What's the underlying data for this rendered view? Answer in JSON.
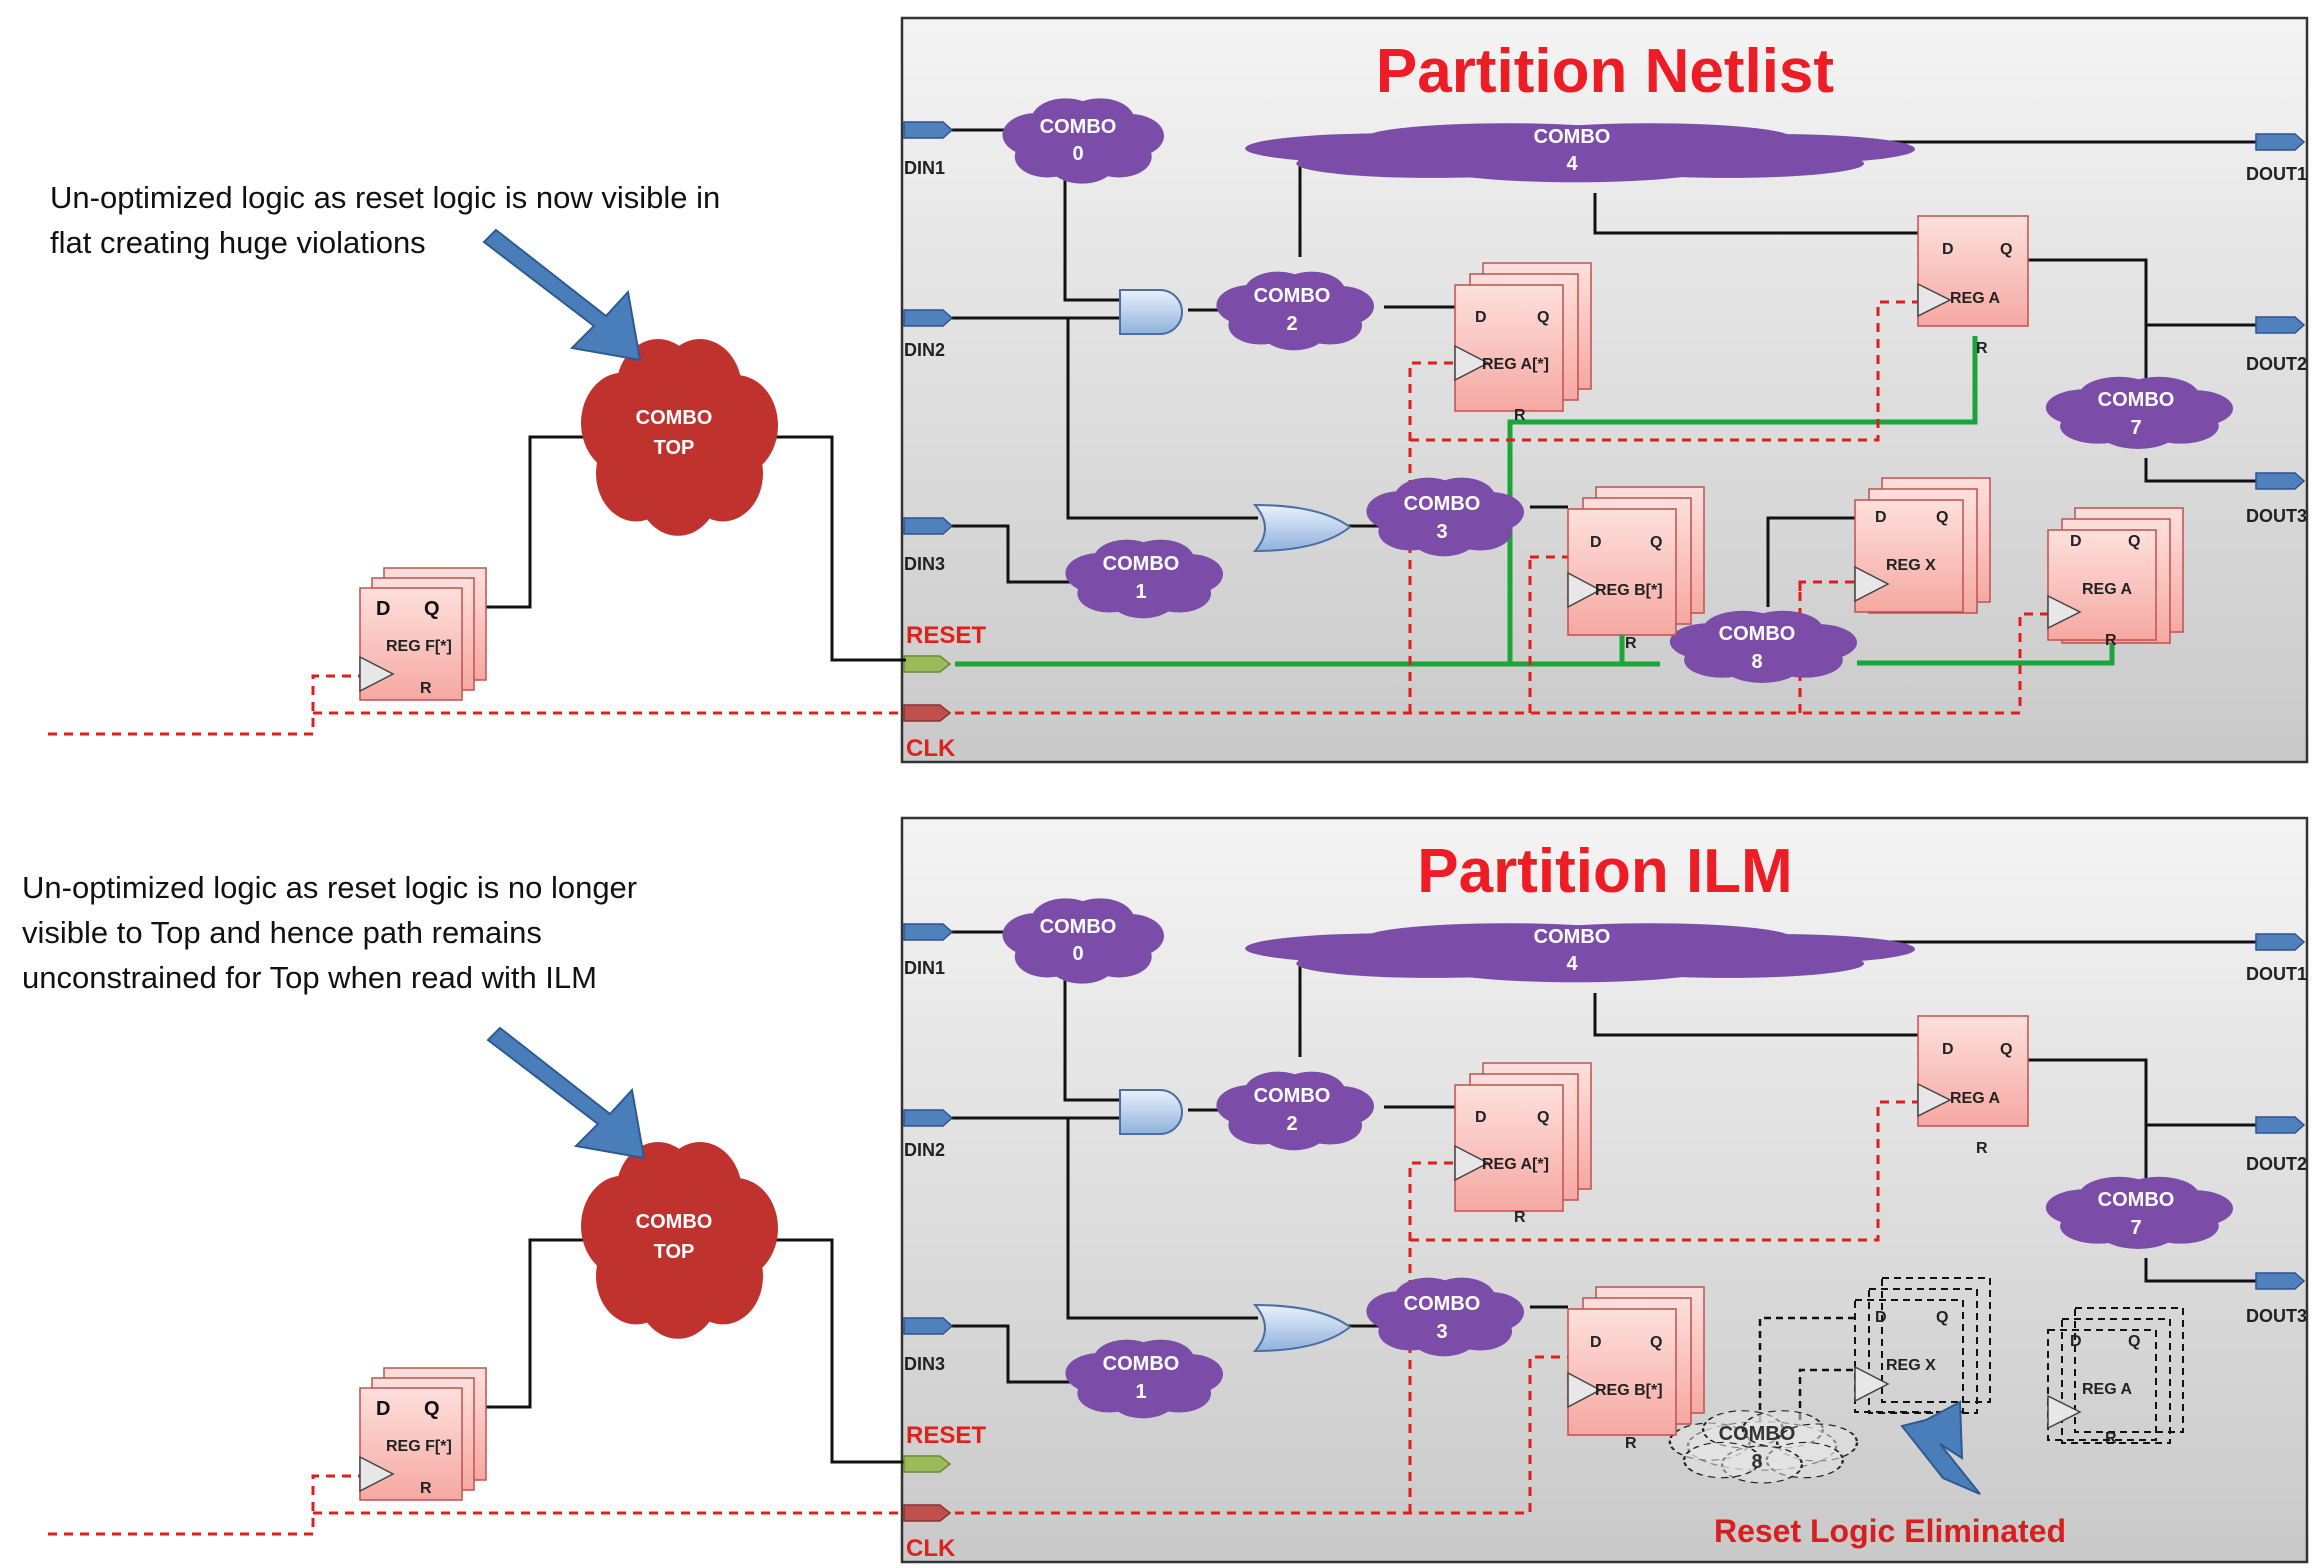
{
  "top_panel": {
    "title": "Partition Netlist",
    "note": [
      "Un-optimized logic as reset logic is now visible in",
      "flat creating huge violations"
    ],
    "ports": {
      "din1": "DIN1",
      "din2": "DIN2",
      "din3": "DIN3",
      "dout1": "DOUT1",
      "dout2": "DOUT2",
      "dout3": "DOUT3",
      "reset": "RESET",
      "clk": "CLK"
    },
    "combos": {
      "c0": [
        "COMBO",
        "0"
      ],
      "c4": [
        "COMBO",
        "4"
      ],
      "c2": [
        "COMBO",
        "2"
      ],
      "c3": [
        "COMBO",
        "3"
      ],
      "c1": [
        "COMBO",
        "1"
      ],
      "c7": [
        "COMBO",
        "7"
      ],
      "c8": [
        "COMBO",
        "8"
      ],
      "top": [
        "COMBO",
        "TOP"
      ]
    },
    "regs": {
      "rega_star": {
        "label": "REG A[*]",
        "d": "D",
        "q": "Q",
        "r": "R"
      },
      "rega": {
        "label": "REG A",
        "d": "D",
        "q": "Q",
        "r": "R"
      },
      "regb_star": {
        "label": "REG B[*]",
        "d": "D",
        "q": "Q",
        "r": "R"
      },
      "regx": {
        "label": "REG X",
        "d": "D",
        "q": "Q"
      },
      "rega2": {
        "label": "REG A",
        "d": "D",
        "q": "Q",
        "r": "R"
      },
      "regf": {
        "label": "REG F[*]",
        "d": "D",
        "q": "Q",
        "r": "R"
      }
    }
  },
  "bottom_panel": {
    "title": "Partition ILM",
    "note": [
      "Un-optimized logic as reset logic is no longer",
      "visible to Top and hence path remains",
      "unconstrained for Top when read with ILM"
    ],
    "ports": {
      "din1": "DIN1",
      "din2": "DIN2",
      "din3": "DIN3",
      "dout1": "DOUT1",
      "dout2": "DOUT2",
      "dout3": "DOUT3",
      "reset": "RESET",
      "clk": "CLK"
    },
    "combos": {
      "c0": [
        "COMBO",
        "0"
      ],
      "c4": [
        "COMBO",
        "4"
      ],
      "c2": [
        "COMBO",
        "2"
      ],
      "c3": [
        "COMBO",
        "3"
      ],
      "c1": [
        "COMBO",
        "1"
      ],
      "c7": [
        "COMBO",
        "7"
      ],
      "c8": [
        "COMBO",
        "8"
      ],
      "top": [
        "COMBO",
        "TOP"
      ]
    },
    "regs": {
      "rega_star": {
        "label": "REG A[*]",
        "d": "D",
        "q": "Q",
        "r": "R"
      },
      "rega": {
        "label": "REG A",
        "d": "D",
        "q": "Q",
        "r": "R"
      },
      "regb_star": {
        "label": "REG B[*]",
        "d": "D",
        "q": "Q",
        "r": "R"
      },
      "regx": {
        "label": "REG X",
        "d": "D",
        "q": "Q"
      },
      "rega2": {
        "label": "REG A",
        "d": "D",
        "q": "Q",
        "r": "R"
      },
      "regf": {
        "label": "REG F[*]",
        "d": "D",
        "q": "Q",
        "r": "R"
      }
    },
    "eliminated_label": "Reset Logic Eliminated"
  },
  "colors": {
    "combo_purple": "#7b4ca8",
    "combo_top_red": "#c0322e",
    "reset_green": "#1aa43a",
    "clock_red": "#e21b1b",
    "port_blue": "#4f81bd",
    "title_red": "#ee1c25",
    "arrow_blue": "#4a7ebb"
  }
}
